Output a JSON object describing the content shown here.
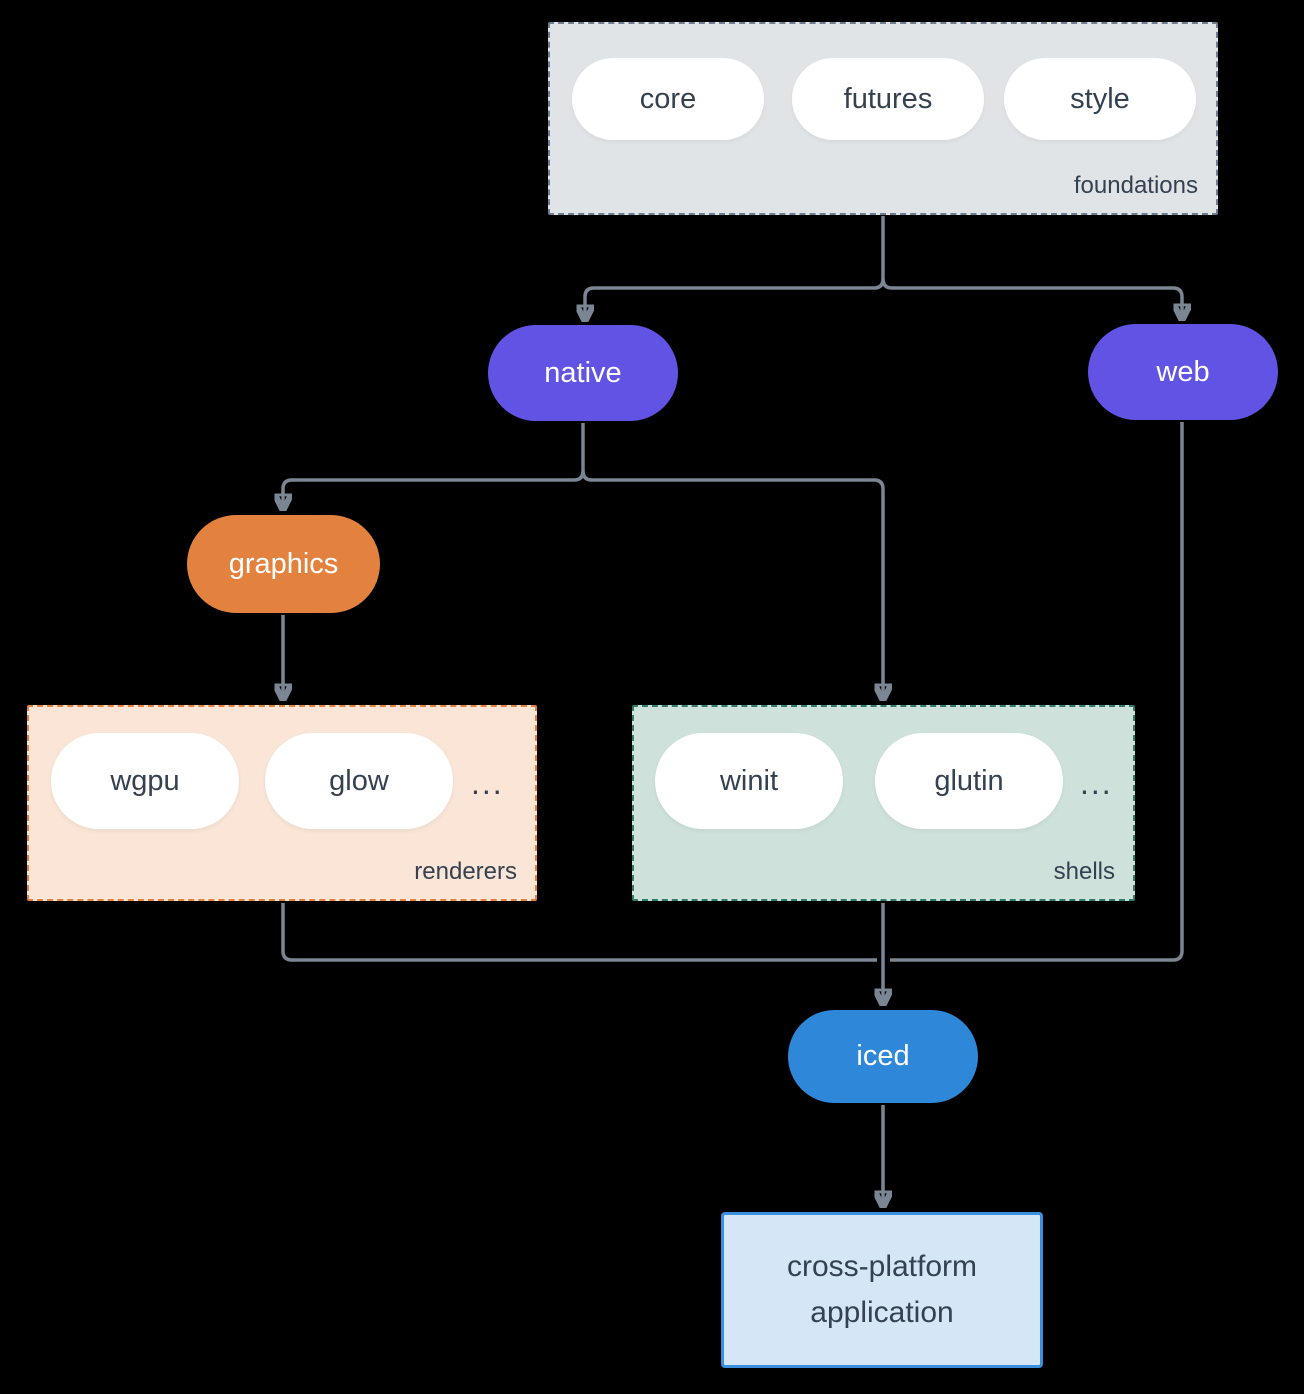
{
  "colors": {
    "background": "#000000",
    "arrow": "#7b8694",
    "text-dark": "#334150",
    "pill-white": "#ffffff",
    "purple": "#6153e4",
    "orange": "#e2823e",
    "blue": "#2e87d9",
    "foundations-fill": "#e1e4e7",
    "foundations-border": "#6e7e90",
    "renderers-fill": "#fae5d6",
    "renderers-border": "#e2823e",
    "shells-fill": "#cfe1db",
    "shells-border": "#2e7c69",
    "app-fill": "#d5e6f6",
    "app-border": "#3b8fde"
  },
  "groups": {
    "foundations": {
      "label": "foundations",
      "pills": [
        "core",
        "futures",
        "style"
      ]
    },
    "renderers": {
      "label": "renderers",
      "pills": [
        "wgpu",
        "glow"
      ],
      "more": "..."
    },
    "shells": {
      "label": "shells",
      "pills": [
        "winit",
        "glutin"
      ],
      "more": "..."
    }
  },
  "nodes": {
    "native": "native",
    "web": "web",
    "graphics": "graphics",
    "iced": "iced",
    "application": "cross-platform application"
  }
}
